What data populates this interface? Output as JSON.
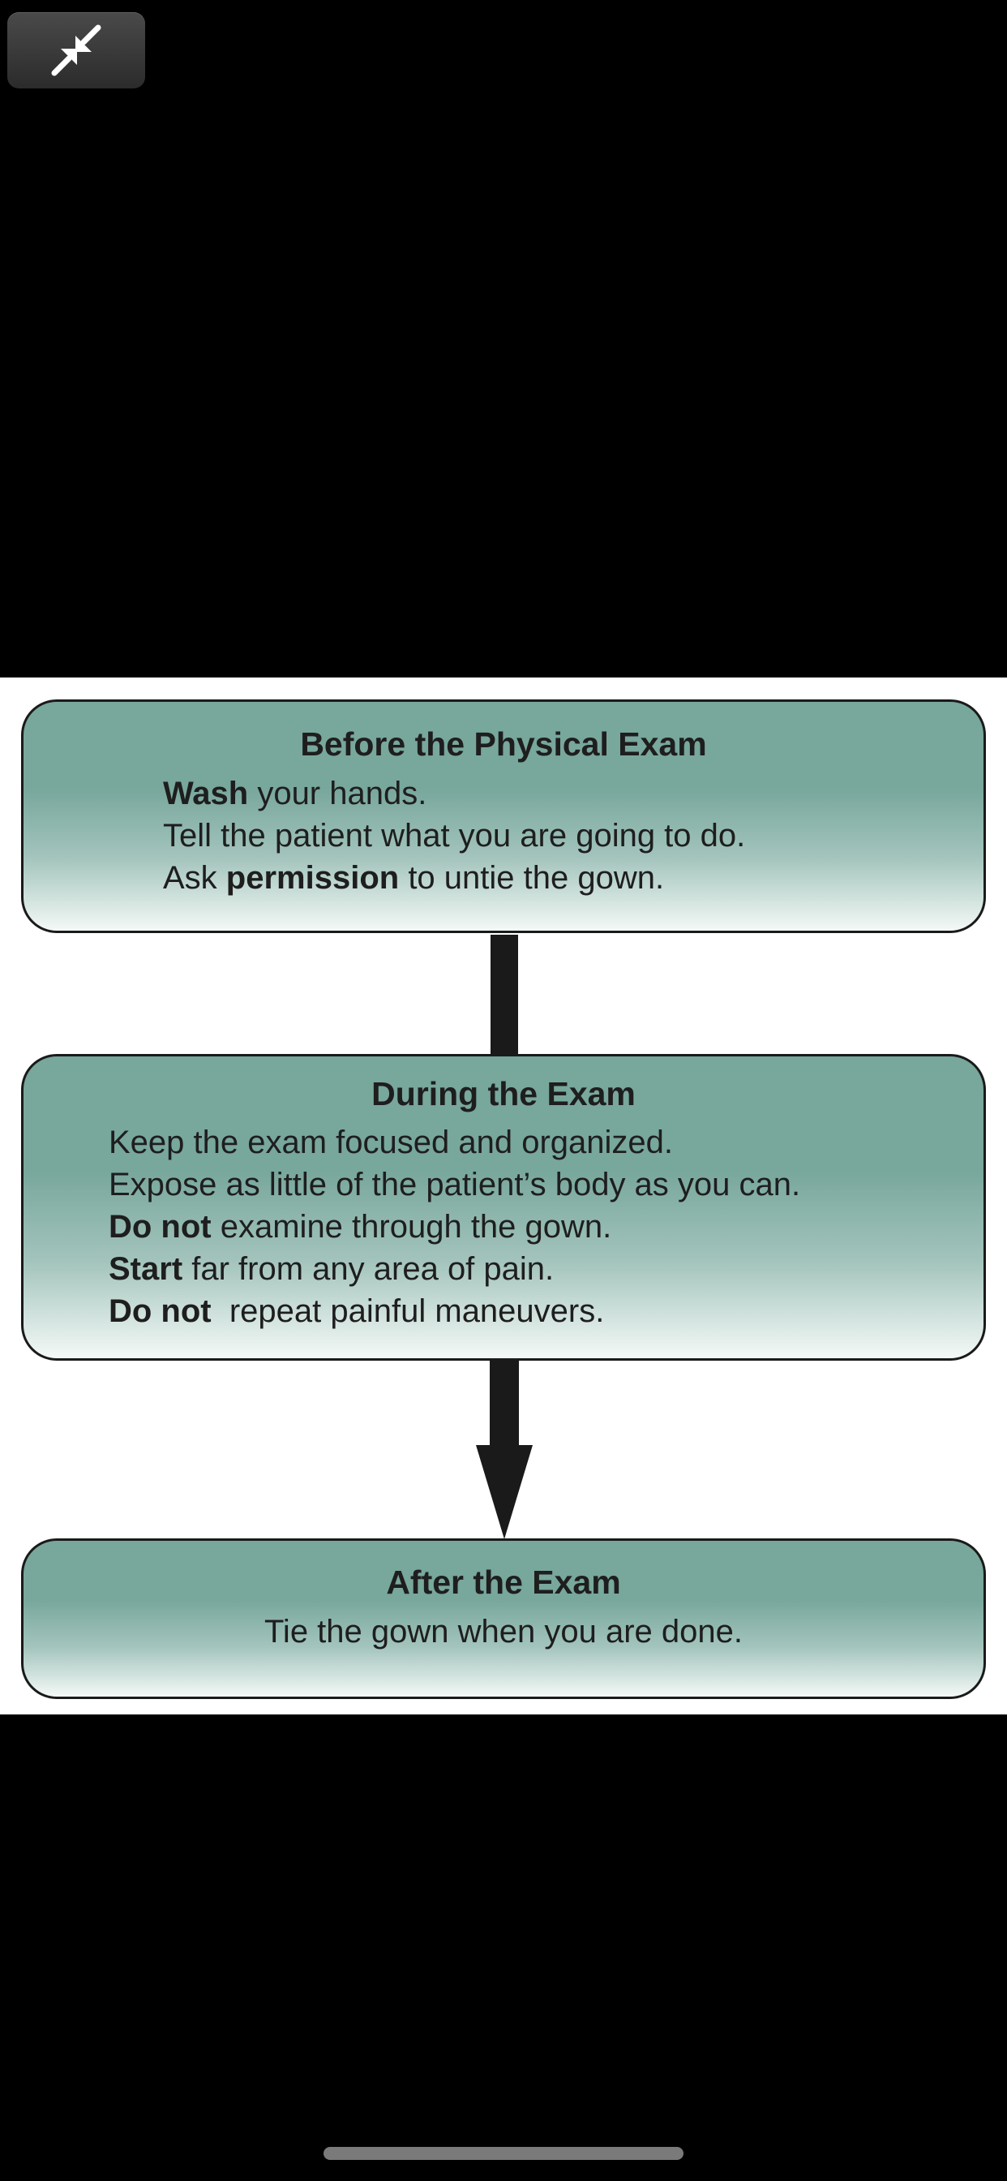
{
  "toolbar": {
    "collapse_icon": "collapse-arrows-icon"
  },
  "figure": {
    "before": {
      "title": "Before the Physical Exam",
      "lines": [
        {
          "bold": "Wash",
          "text": " your hands."
        },
        {
          "bold": "",
          "text": "Tell the patient what you are going to do."
        },
        {
          "pre": "Ask ",
          "bold": "permission",
          "text": " to untie the gown."
        }
      ]
    },
    "during": {
      "title": "During the Exam",
      "lines": [
        {
          "bold": "",
          "text": "Keep the exam focused and organized."
        },
        {
          "bold": "",
          "text": "Expose as little of the patient’s body as you can."
        },
        {
          "bold": "Do not",
          "text": " examine through the gown."
        },
        {
          "bold": "Start",
          "text": " far from any area of pain."
        },
        {
          "bold": "Do not",
          "text": "  repeat painful maneuvers."
        }
      ]
    },
    "after": {
      "title": "After the Exam",
      "lines": [
        {
          "bold": "",
          "text": "Tie the gown when you are done."
        }
      ]
    },
    "colors": {
      "box_top": "#78a79c",
      "box_bottom": "#f4f9f7",
      "border": "#1a1a1a",
      "background": "#ffffff"
    }
  }
}
